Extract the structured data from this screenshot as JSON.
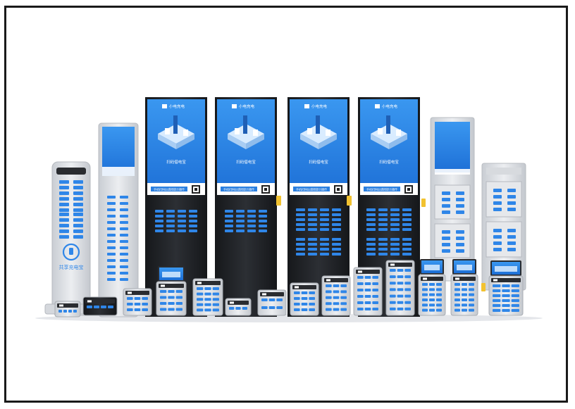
{
  "image": {
    "subject": "power-bank-rental-station-lineup",
    "background_color": "#ffffff",
    "frame_color": "#1a1a1a",
    "accent_blue": "#2f86e8",
    "screen_blue": "#2a7fe0",
    "body_grey": "#dcdfe4",
    "cabinet_dark": "#222428"
  },
  "labels": {
    "kiosk_logo_text": "共享充电宝",
    "screen_header": "小电充电",
    "screen_title": "扫码借电宝",
    "screen_banner": "手机扫码后请按提示操作"
  }
}
